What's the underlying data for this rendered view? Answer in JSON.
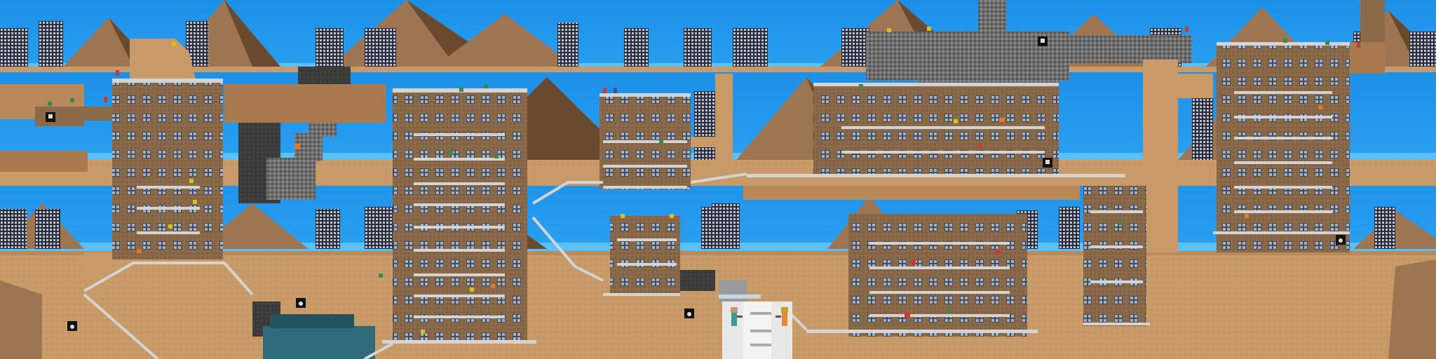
{
  "game": {
    "type": "side-scrolling level map overview",
    "colors": {
      "sky": "#1c8fe8",
      "sky_light": "#5cc0f8",
      "sand": "#c89a68",
      "sand_dark": "#a87a4e",
      "pyramid": "#9e7552",
      "pyramid_shadow": "#6a4a2e",
      "building": "#8a6a48",
      "building_dark": "#5e4530",
      "stone": "#7a7a7a",
      "stone_dark": "#4a4a4a",
      "platform": "#d4d4d4",
      "water": "#2e6a7a",
      "window": "#9fb4c8",
      "elevator": "#e8e8e8"
    },
    "players": [
      {
        "name": "player-1",
        "color": "#3a9a9a"
      },
      {
        "name": "player-2",
        "color": "#e88a2a"
      }
    ],
    "enemy_colors": [
      "#3a8a4a",
      "#d8c020",
      "#c83a3a",
      "#e07a2a",
      "#4a4a9a"
    ],
    "icons": [
      "computer-terminal-icon",
      "bomb-icon"
    ]
  }
}
